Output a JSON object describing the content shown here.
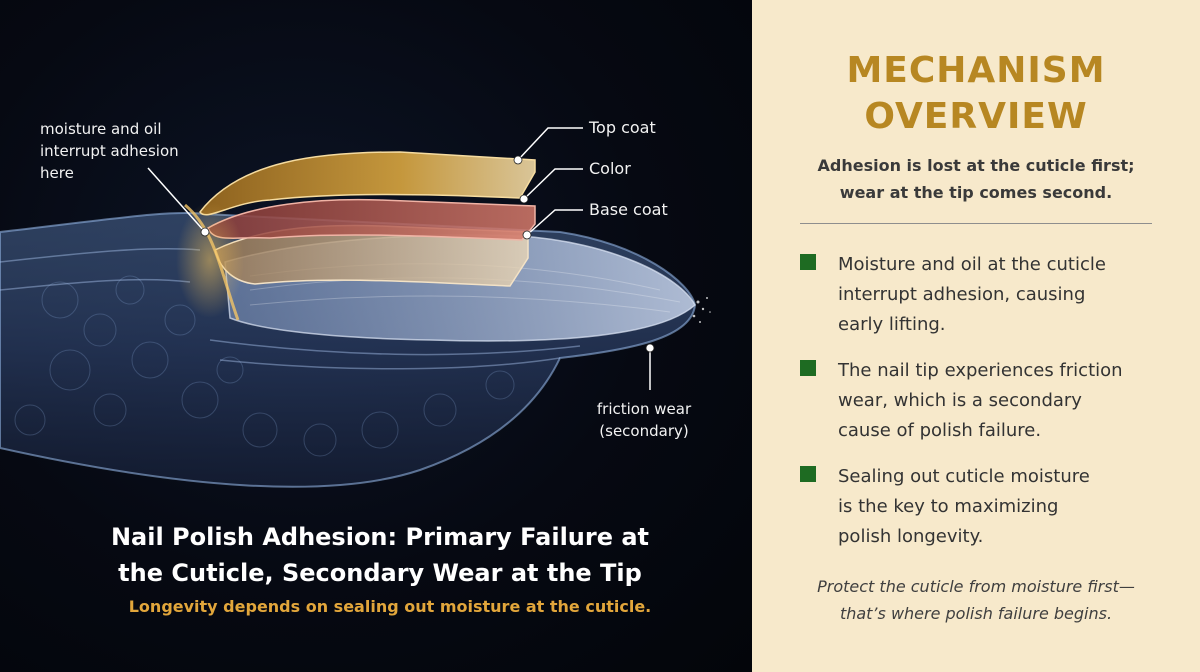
{
  "diagram": {
    "callouts": {
      "moisture": "moisture and oil\ninterrupt adhesion\nhere",
      "top_coat": "Top coat",
      "color": "Color",
      "base_coat": "Base coat",
      "friction": "friction wear\n(secondary)"
    },
    "title": "Nail Polish Adhesion: Primary Failure at\nthe Cuticle, Secondary Wear at the Tip",
    "subtitle": "Longevity depends on sealing out moisture at the cuticle.",
    "colors": {
      "accent_gold": "#e2a63b",
      "top_coat": "#d9a640",
      "color_layer": "#c8625a",
      "base_coat": "#e3c9a4",
      "skin": "#5a7aa8"
    }
  },
  "overview": {
    "heading": "MECHANISM\nOVERVIEW",
    "lead": "Adhesion is lost at the cuticle first;\nwear at the tip comes second.",
    "points": [
      "Moisture and oil at the cuticle\ninterrupt adhesion, causing\nearly lifting.",
      "The nail tip experiences friction\nwear, which is a secondary\ncause of polish failure.",
      "Sealing out cuticle moisture\nis the key to maximizing\npolish longevity."
    ],
    "footer": "Protect the cuticle from moisture first—\nthat’s where polish failure begins.",
    "colors": {
      "heading": "#b78722",
      "bullet": "#1e6b22",
      "background": "#f7e9cb"
    }
  }
}
